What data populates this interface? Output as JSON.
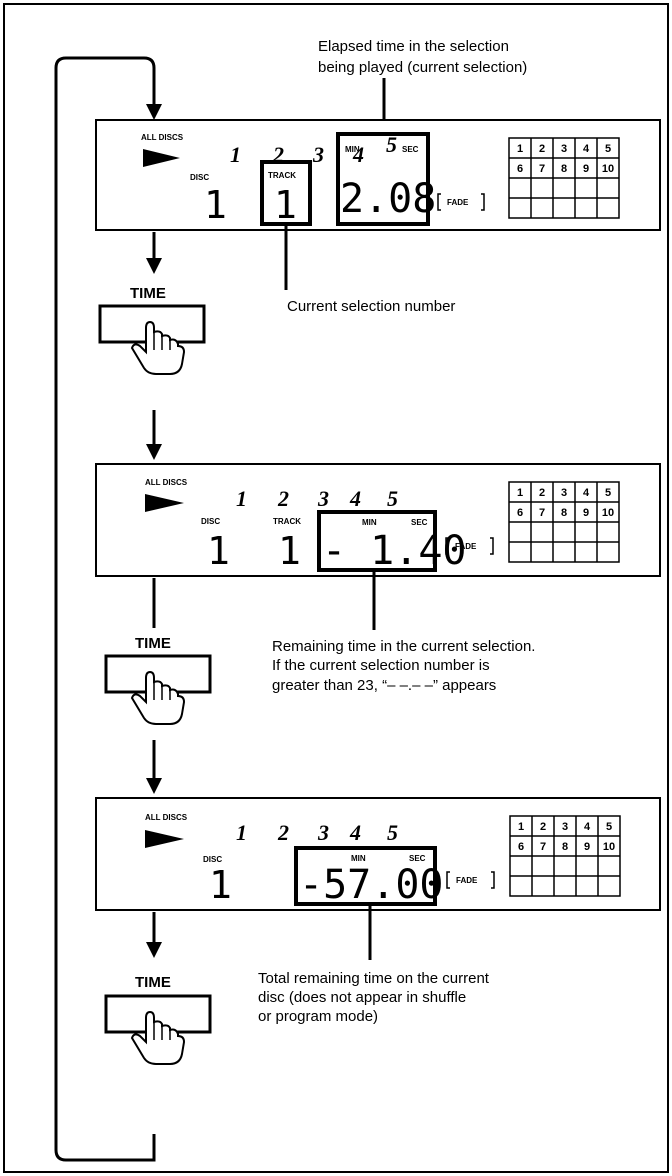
{
  "panels": [
    {
      "all_discs": "ALL DISCS",
      "disc_numbers": [
        "1",
        "2",
        "3",
        "4",
        "5"
      ],
      "disc_label": "DISC",
      "disc_value": "1",
      "track_label": "TRACK",
      "track_value": "1",
      "min_label": "MIN",
      "sec_label": "SEC",
      "time_value": "2.08",
      "fade_label": "FADE",
      "grid_numbers": [
        "1",
        "2",
        "3",
        "4",
        "5",
        "6",
        "7",
        "8",
        "9",
        "10"
      ]
    },
    {
      "all_discs": "ALL DISCS",
      "disc_numbers": [
        "1",
        "2",
        "3",
        "4",
        "5"
      ],
      "disc_label": "DISC",
      "disc_value": "1",
      "track_label": "TRACK",
      "track_value": "1",
      "min_label": "MIN",
      "sec_label": "SEC",
      "time_value": "- 1.40",
      "fade_label": "FADE",
      "grid_numbers": [
        "1",
        "2",
        "3",
        "4",
        "5",
        "6",
        "7",
        "8",
        "9",
        "10"
      ]
    },
    {
      "all_discs": "ALL DISCS",
      "disc_numbers": [
        "1",
        "2",
        "3",
        "4",
        "5"
      ],
      "disc_label": "DISC",
      "disc_value": "1",
      "min_label": "MIN",
      "sec_label": "SEC",
      "time_value": "-57.00",
      "fade_label": "FADE",
      "grid_numbers": [
        "1",
        "2",
        "3",
        "4",
        "5",
        "6",
        "7",
        "8",
        "9",
        "10"
      ]
    }
  ],
  "captions": {
    "top_line1": "Elapsed time in the selection",
    "top_line2": "being played (current selection)",
    "current_selection": "Current selection number",
    "remaining_line1": "Remaining time in the current selection.",
    "remaining_line2": "If the current selection number is",
    "remaining_line3": "greater than 23, “– –.– –” appears",
    "total_line1": "Total remaining time on the current",
    "total_line2": "disc (does not appear in shuffle",
    "total_line3": "or program mode)"
  },
  "buttons": [
    "TIME",
    "TIME",
    "TIME"
  ]
}
